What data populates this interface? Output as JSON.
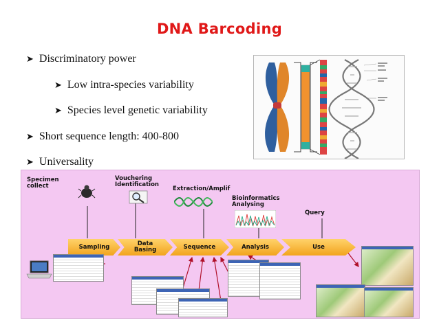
{
  "title": "DNA Barcoding",
  "bullets": [
    {
      "text": "Discriminatory power",
      "level": 1
    },
    {
      "text": "Low intra-species variability",
      "level": 2
    },
    {
      "text": "Species level genetic variability",
      "level": 2
    },
    {
      "text": "Short sequence length: 400-800",
      "level": 1
    },
    {
      "text": "Universality",
      "level": 1
    }
  ],
  "diagram": {
    "top_labels": {
      "specimen": "Specimen\ncollect",
      "vouchering": "Vouchering\nIdentification",
      "extraction": "Extraction/Amplif",
      "bioinformatics": "Bioinformatics\nAnalysing",
      "query": "Query"
    },
    "stages": [
      "Sampling",
      "Data\nBasing",
      "Sequence",
      "Analysis",
      "Use"
    ]
  },
  "colors": {
    "title": "#e01818",
    "diagram_bg": "#f4c8f2",
    "stage_fill": "#f5b030",
    "pointer": "#b0102a"
  }
}
